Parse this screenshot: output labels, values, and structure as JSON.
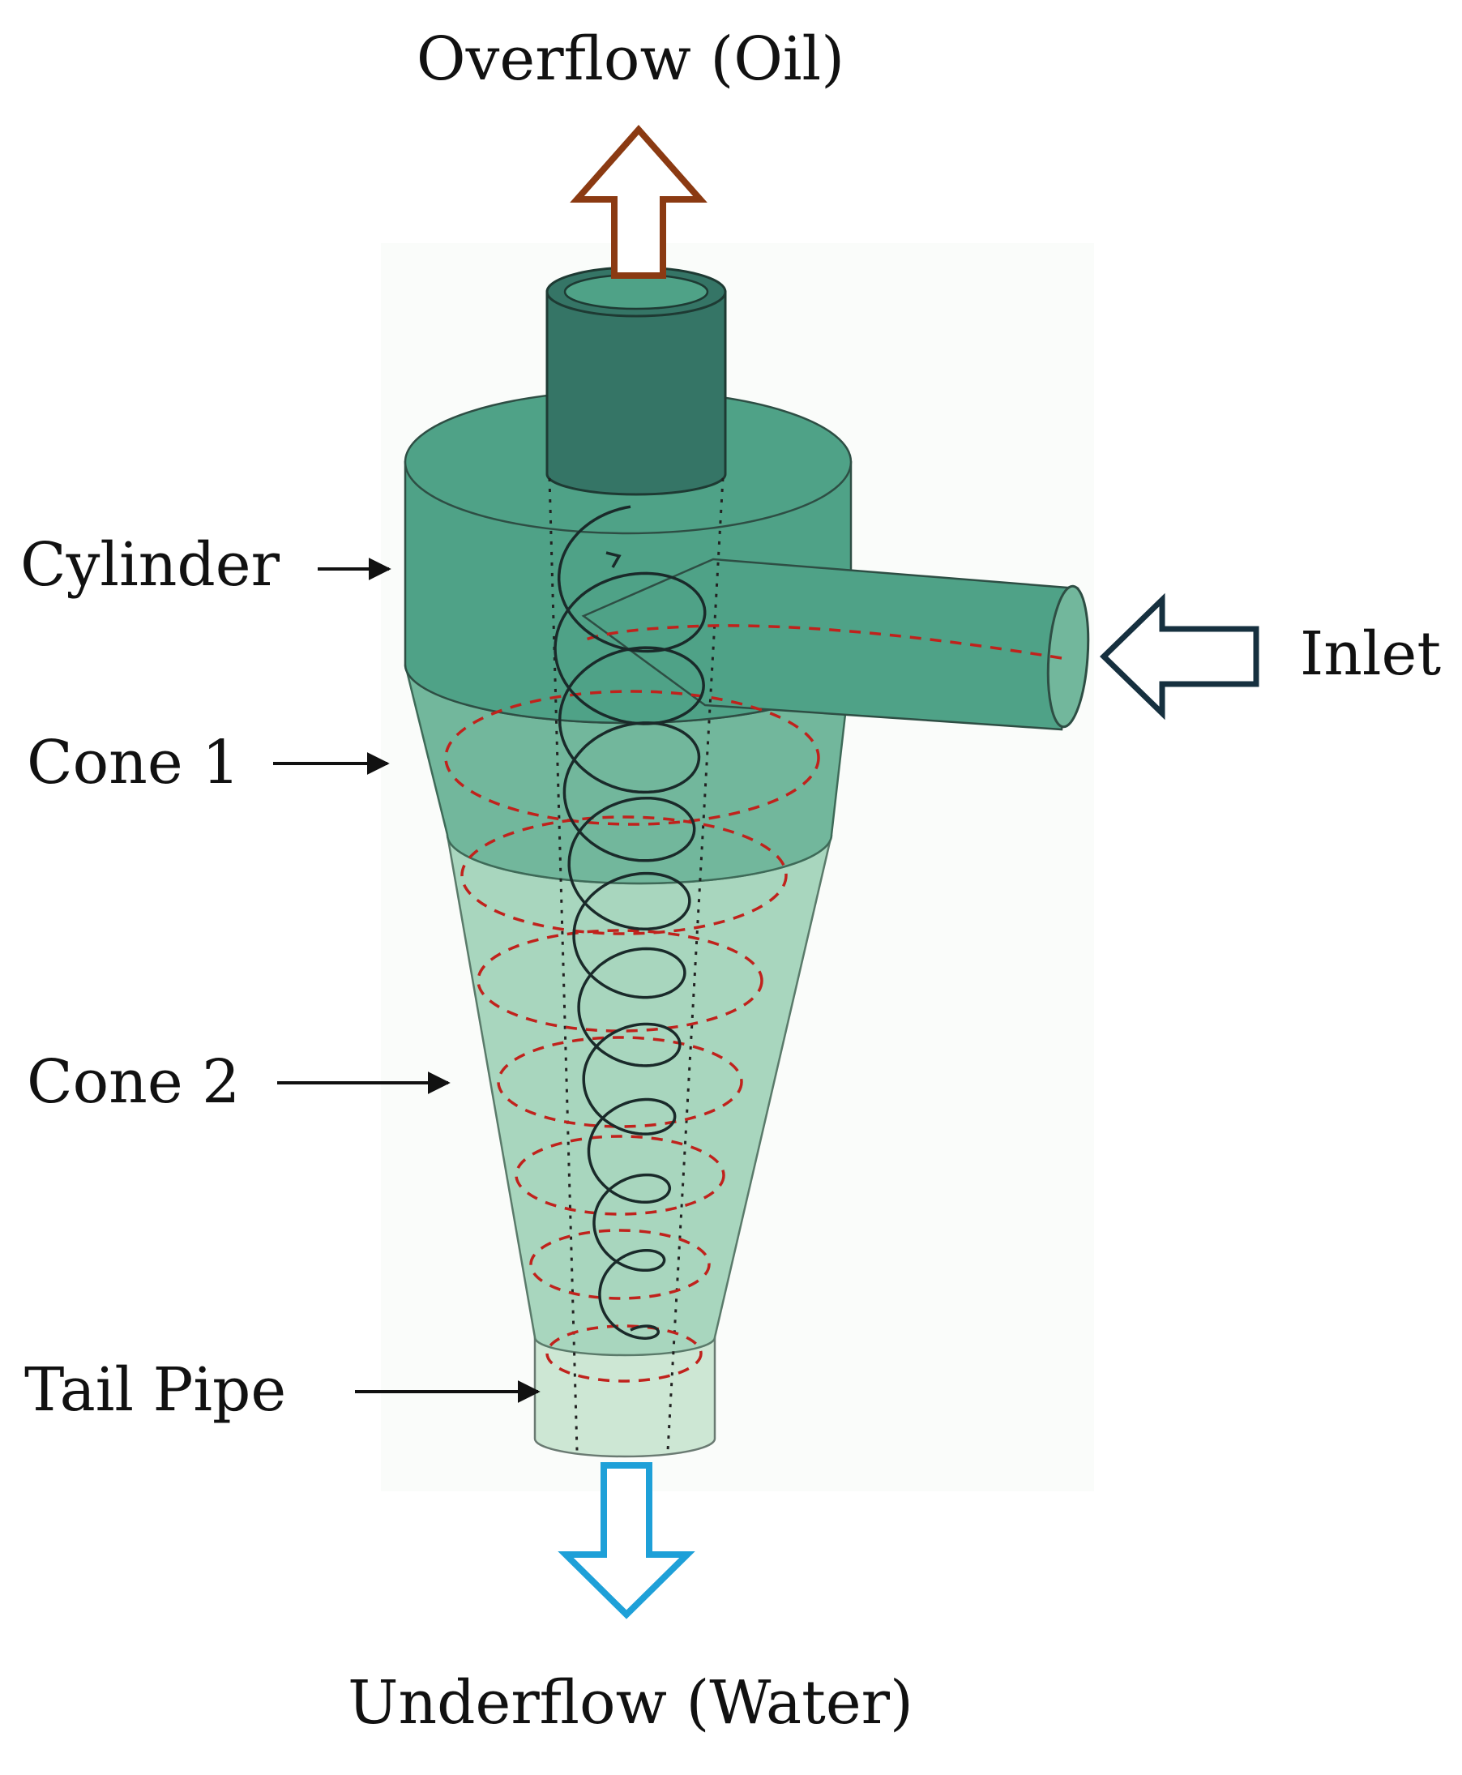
{
  "labels": {
    "overflow": "Overflow (Oil)",
    "underflow": "Underflow (Water)",
    "inlet": "Inlet",
    "cylinder": "Cylinder",
    "cone1": "Cone 1",
    "cone2": "Cone 2",
    "tail_pipe": "Tail Pipe"
  },
  "colors": {
    "overflow_arrow": "#8B3A12",
    "underflow_arrow": "#1EA0D8",
    "inlet_arrow": "#16303F",
    "overflow_pipe": "#357566",
    "cylinder": "#4FA287",
    "cone1": "#72B79C",
    "cone2": "#A8D6BE",
    "tail_pipe": "#CDE7D4",
    "outer_flow": "#C0221C",
    "inner_flow": "#1A2A2A",
    "outline": "#2A3A3A"
  },
  "icons": {
    "overflow_arrow": "arrow-up-outline-icon",
    "underflow_arrow": "arrow-down-outline-icon",
    "inlet_arrow": "arrow-left-outline-icon",
    "pointer_arrow": "arrow-right-icon"
  }
}
